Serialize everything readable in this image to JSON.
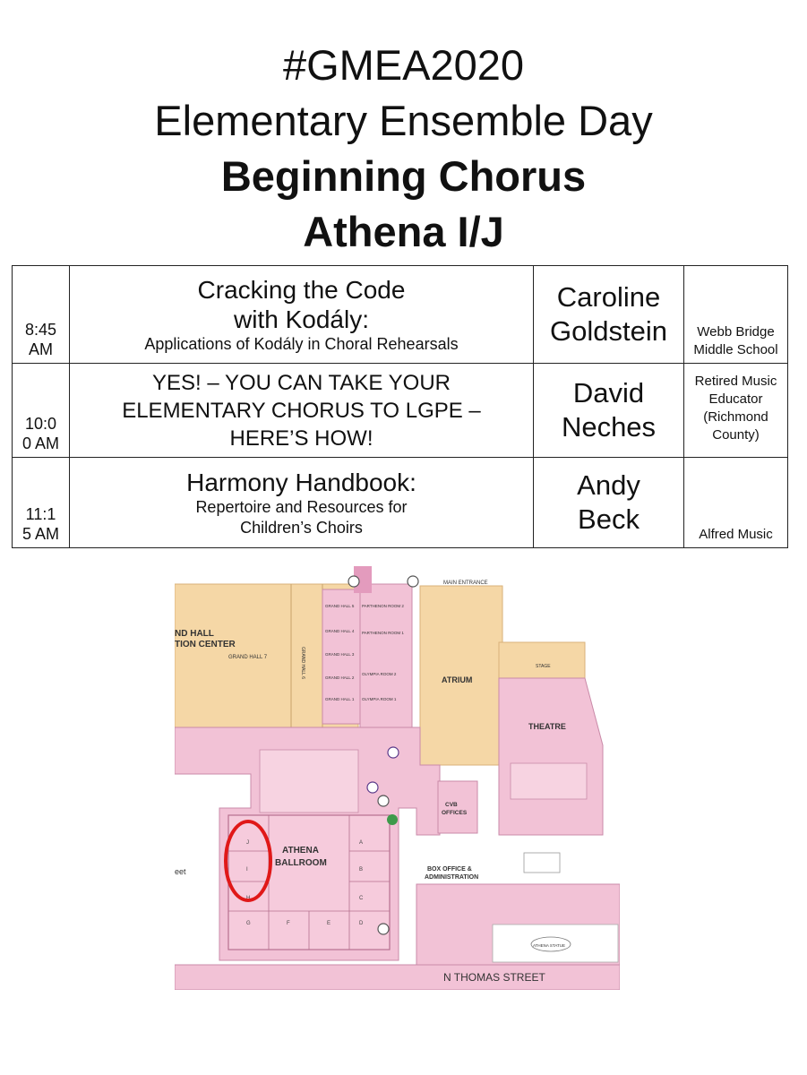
{
  "header": {
    "line1": "#GMEA2020",
    "line2": "Elementary Ensemble Day",
    "line3": "Beginning Chorus",
    "line4": "Athena I/J"
  },
  "sessions": [
    {
      "time": [
        "8:45",
        "AM"
      ],
      "title_main": [
        "Cracking the Code",
        "with Kodály:"
      ],
      "title_sub": [
        "Applications of Kodály in Choral Rehearsals"
      ],
      "presenter": [
        "Caroline",
        "Goldstein"
      ],
      "org": [
        "Webb Bridge",
        "Middle School"
      ]
    },
    {
      "time": [
        "10:0",
        "0 AM"
      ],
      "title_caps": [
        "YES! – YOU CAN TAKE YOUR",
        "ELEMENTARY CHORUS TO LGPE –",
        "HERE’S HOW!"
      ],
      "presenter": [
        "David",
        "Neches"
      ],
      "org": [
        "Retired Music",
        "Educator",
        "(Richmond",
        "County)"
      ]
    },
    {
      "time": [
        "11:1",
        "5 AM"
      ],
      "title_main": [
        "Harmony Handbook:"
      ],
      "title_sub": [
        "Repertoire and Resources for",
        "Children’s Choirs"
      ],
      "presenter": [
        "Andy",
        "Beck"
      ],
      "org": [
        "Alfred Music"
      ]
    }
  ],
  "map": {
    "main_entrance": "MAIN ENTRANCE",
    "grand_hall_left": [
      "ND HALL",
      "TION CENTER"
    ],
    "grand_hall_7": "GRAND HALL 7",
    "grand_hall_6": "GRAND HALL 6",
    "grand_halls": [
      "GRAND HALL 5",
      "GRAND HALL 4",
      "GRAND HALL 3",
      "GRAND HALL 2",
      "GRAND HALL 1"
    ],
    "parthenon_2": "PARTHENON ROOM 2",
    "parthenon_1": "PARTHENON ROOM 1",
    "olympia_2": "OLYMPIA ROOM 2",
    "olympia_1": "OLYMPIA ROOM 1",
    "atrium": "ATRIUM",
    "stage": "STAGE",
    "theatre": "THEATRE",
    "athena_ballroom": [
      "ATHENA",
      "BALLROOM"
    ],
    "athena_rooms": [
      "A",
      "B",
      "C",
      "D",
      "E",
      "F",
      "G",
      "H",
      "I",
      "J"
    ],
    "cvb_offices": [
      "CVB",
      "OFFICES"
    ],
    "box_office": [
      "BOX OFFICE &",
      "ADMINISTRATION"
    ],
    "athena_statue": "ATHENA STATUE",
    "street": "N THOMAS STREET",
    "street_left": "eet",
    "colors": {
      "pink": "#f2c2d6",
      "pink_dark": "#e39bbd",
      "tan": "#f5d7a6",
      "highlight": "#e01818"
    }
  }
}
